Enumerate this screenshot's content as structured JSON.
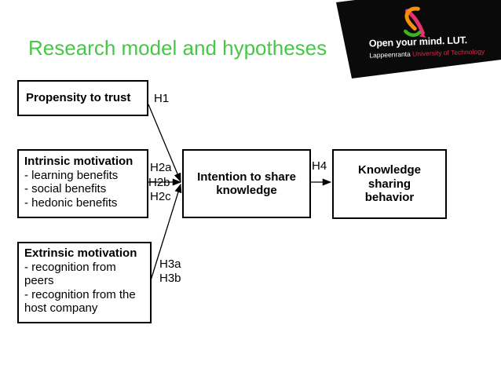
{
  "slide": {
    "title": "Research model and hypotheses"
  },
  "logo": {
    "icon": "lut-ampersand-icon",
    "tagline": "Open your mind. LUT.",
    "name_white": "Lappeenranta",
    "name_red": "University of Technology"
  },
  "diagram": {
    "boxes": [
      {
        "title": "Propensity to trust",
        "items": []
      },
      {
        "title": "Intrinsic motivation",
        "items": [
          "- learning benefits",
          "- social benefits",
          "- hedonic benefits"
        ]
      },
      {
        "title": "Extrinsic motivation",
        "items": [
          "- recognition from peers",
          "- recognition from the host company"
        ]
      },
      {
        "title": "Intention to share knowledge",
        "items": []
      },
      {
        "title": "Knowledge sharing behavior",
        "items": []
      }
    ],
    "hypotheses": {
      "h1": "H1",
      "h2a": "H2a",
      "h2b": "H2b",
      "h2c": "H2c",
      "h3a": "H3a",
      "h3b": "H3b",
      "h4": "H4"
    }
  },
  "colors": {
    "title_green": "#47c747",
    "banner_black": "#0a0a0a",
    "lut_red_text": "#d42b45",
    "icon_orange": "#f4930b",
    "icon_pink": "#e5336e",
    "icon_green": "#3eb129",
    "line_black": "#000000"
  }
}
